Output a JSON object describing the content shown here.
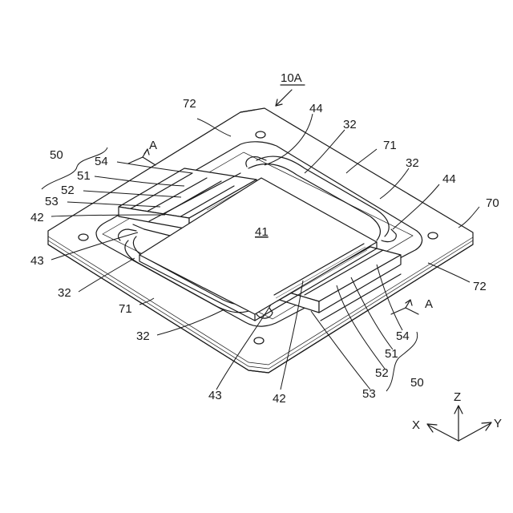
{
  "figure": {
    "title": "10A",
    "center_label": "41",
    "section_marks": {
      "left": "A",
      "right": "A"
    },
    "callouts": [
      {
        "id": "c-72-top",
        "text": "72"
      },
      {
        "id": "c-44-top",
        "text": "44"
      },
      {
        "id": "c-32-top",
        "text": "32"
      },
      {
        "id": "c-71-top",
        "text": "71"
      },
      {
        "id": "c-32-topright",
        "text": "32"
      },
      {
        "id": "c-44-right",
        "text": "44"
      },
      {
        "id": "c-70",
        "text": "70"
      },
      {
        "id": "c-50-left",
        "text": "50"
      },
      {
        "id": "c-54-left",
        "text": "54"
      },
      {
        "id": "c-51-left",
        "text": "51"
      },
      {
        "id": "c-52-left",
        "text": "52"
      },
      {
        "id": "c-53-left",
        "text": "53"
      },
      {
        "id": "c-42-left",
        "text": "42"
      },
      {
        "id": "c-43-left",
        "text": "43"
      },
      {
        "id": "c-32-left",
        "text": "32"
      },
      {
        "id": "c-71-bottom",
        "text": "71"
      },
      {
        "id": "c-32-bottom",
        "text": "32"
      },
      {
        "id": "c-43-bottom",
        "text": "43"
      },
      {
        "id": "c-42-bottom",
        "text": "42"
      },
      {
        "id": "c-72-right",
        "text": "72"
      },
      {
        "id": "c-54-right",
        "text": "54"
      },
      {
        "id": "c-51-right",
        "text": "51"
      },
      {
        "id": "c-52-right",
        "text": "52"
      },
      {
        "id": "c-53-right",
        "text": "53"
      },
      {
        "id": "c-50-right",
        "text": "50"
      }
    ],
    "axes": {
      "x": "X",
      "y": "Y",
      "z": "Z"
    }
  }
}
